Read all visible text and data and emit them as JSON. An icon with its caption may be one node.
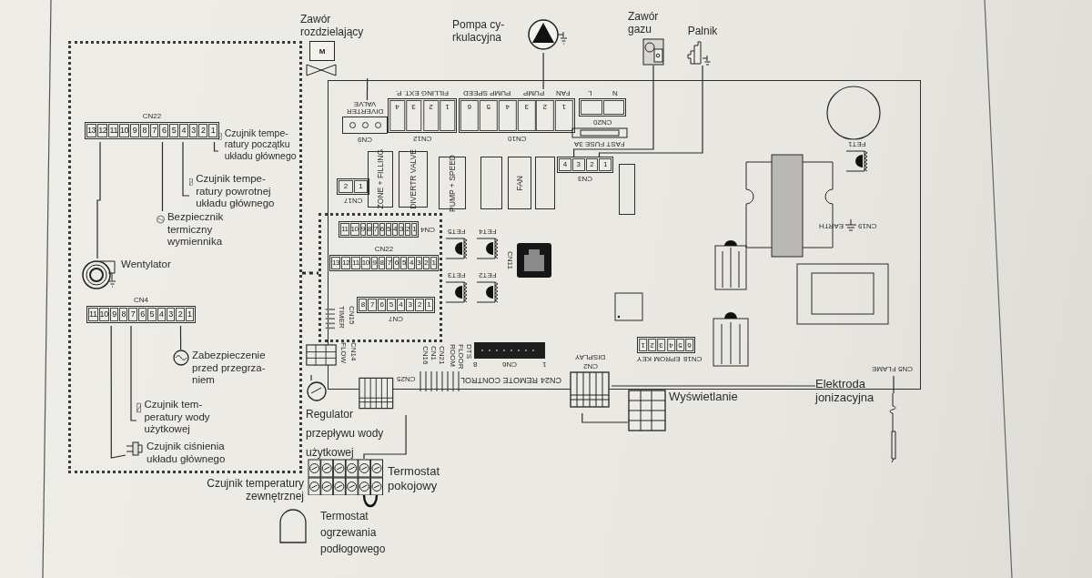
{
  "diagram": {
    "nodes": [
      {
        "text": [
          "Zawór rozdzielający",
          "M"
        ]
      },
      {
        "text": [
          "Pompa cy- rkulacyjna"
        ]
      },
      {
        "text": [
          "Zawór gazu"
        ]
      },
      {
        "text": [
          "Palnik"
        ]
      },
      {
        "text": [],
        "shape": "box"
      },
      {
        "text": [
          "DIVERTER VALVE",
          "CN9"
        ],
        "in": 4
      },
      {
        "text": [
          "FILLING EXT. P.",
          "4",
          "3",
          "2",
          "1",
          "CN12"
        ],
        "in": 4
      },
      {
        "text": [
          "PUMP SPEED",
          "PUMP",
          "FAN",
          "6",
          "5",
          "4",
          "3",
          "2",
          "1",
          "CN10"
        ],
        "in": 4
      },
      {
        "text": [
          "L",
          "N",
          "CN20"
        ],
        "in": 4
      },
      {
        "text": [
          "FAST FUSE 3A"
        ],
        "in": 4
      },
      {
        "text": [
          "4",
          "3",
          "2",
          "1",
          "CN3"
        ],
        "in": 4
      },
      {
        "text": [
          "2",
          "1",
          "CN17"
        ],
        "in": 4
      },
      {
        "text": [
          "ZONE + FILLING"
        ],
        "in": 4
      },
      {
        "text": [
          "DIVERTR VALVE"
        ],
        "in": 4
      },
      {
        "text": [
          "PUMP + SPEED"
        ],
        "in": 4
      },
      {
        "text": [],
        "shape": "box",
        "in": 4
      },
      {
        "text": [
          "FAN"
        ],
        "in": 4
      },
      {
        "text": [],
        "shape": "box",
        "in": 4
      },
      {
        "text": [],
        "shape": "box",
        "in": 4
      },
      {
        "text": [],
        "shape": "box"
      },
      {
        "text": [
          "11",
          "10",
          "9",
          "8",
          "7",
          "6",
          "5",
          "4",
          "3",
          "2",
          "1",
          "CN4"
        ],
        "in": 19
      },
      {
        "text": [
          "CN22",
          "13",
          "12",
          "11",
          "10",
          "9",
          "8",
          "7",
          "6",
          "5",
          "4",
          "3",
          "2",
          "1"
        ],
        "in": 19
      },
      {
        "text": [
          "8",
          "7",
          "6",
          "5",
          "4",
          "3",
          "2",
          "1",
          "CN7"
        ],
        "in": 19
      },
      {
        "text": [
          "TIMER",
          "CN15"
        ],
        "in": 19
      },
      {
        "text": [
          "FLOW",
          "CN14"
        ]
      },
      {
        "text": [
          "Regulator przepływu wody użytkowej"
        ]
      },
      {
        "text": [
          "CN25"
        ]
      },
      {
        "text": [],
        "shape": "box"
      },
      {
        "text": [
          "REMOTE CONTROL",
          "CN24"
        ],
        "in": 4
      },
      {
        "text": [
          "8",
          "CN6",
          "1"
        ],
        "in": 4
      },
      {
        "text": [
          "DISPLAY",
          "CN2"
        ]
      },
      {
        "text": [
          "Wyświetlanie"
        ]
      },
      {
        "text": [
          "1",
          "2",
          "3",
          "4",
          "5",
          "6",
          "EPROM KEY",
          "CN18"
        ],
        "in": 4
      },
      {
        "text": [
          "FLAME",
          "CN5"
        ],
        "in": 4
      },
      {
        "text": [
          "Elektroda jonizacyjna"
        ]
      },
      {
        "text": [],
        "shape": "picture"
      },
      {
        "text": [
          "EARTH",
          "CN19"
        ],
        "in": 4
      },
      {
        "text": [
          "FET1"
        ],
        "in": 4
      },
      {
        "text": [
          "FET5"
        ],
        "in": 4
      },
      {
        "text": [
          "FET4"
        ],
        "in": 4
      },
      {
        "text": [
          "FET3"
        ],
        "in": 4
      },
      {
        "text": [
          "FET2"
        ],
        "in": 4
      },
      {
        "text": [
          "CN11"
        ],
        "in": 4
      },
      {
        "text": [],
        "shape": "box"
      },
      {
        "text": [
          "CN22",
          "13",
          "12",
          "11",
          "10",
          "9",
          "8",
          "7",
          "6",
          "5",
          "4",
          "3",
          "2",
          "1"
        ],
        "in": 43
      },
      {
        "text": [
          "Czujnik tempe- ratury początku układu głównego"
        ],
        "in": 43
      },
      {
        "text": [
          "Czujnik tempe- ratury powrotnej układu głównego"
        ],
        "in": 43
      },
      {
        "text": [
          "Bezpiecznik termiczny wymiennika"
        ],
        "in": 43
      },
      {
        "text": [
          "Wentylator"
        ],
        "in": 43
      },
      {
        "text": [
          "CN4",
          "11",
          "10",
          "9",
          "8",
          "7",
          "6",
          "5",
          "4",
          "3",
          "2",
          "1"
        ],
        "in": 43
      },
      {
        "text": [
          "Zabezpieczenie przed przegrza- niem"
        ],
        "in": 43
      },
      {
        "text": [
          "Czujnik tem- peratury wody użytkowej"
        ],
        "in": 43
      },
      {
        "text": [
          "Czujnik ciśnienia układu głównego"
        ],
        "in": 43
      }
    ],
    "edges": [
      {
        "from": 0,
        "to": 5,
        "arrow": "none"
      },
      {
        "from": 1,
        "to": 7,
        "arrow": "none"
      },
      {
        "from": 2,
        "to": 10,
        "arrow": "none"
      },
      {
        "from": 3,
        "to": 10,
        "arrow": "none"
      },
      {
        "from": 43,
        "to": 19,
        "arrow": "none",
        "style": "dashed"
      },
      {
        "from": 44,
        "to": 45,
        "arrow": "none"
      },
      {
        "from": 44,
        "to": 46,
        "arrow": "none"
      },
      {
        "from": 44,
        "to": 47,
        "arrow": "none"
      },
      {
        "from": 44,
        "to": 48,
        "arrow": "none"
      },
      {
        "from": 49,
        "to": 50,
        "arrow": "none"
      },
      {
        "from": 49,
        "to": 51,
        "arrow": "none"
      },
      {
        "from": 49,
        "to": 52,
        "arrow": "none"
      },
      {
        "from": 24,
        "to": 25,
        "arrow": "none"
      },
      {
        "from": 26,
        "to": 27,
        "arrow": "none"
      },
      {
        "from": 30,
        "to": 31,
        "arrow": "none"
      },
      {
        "from": 30,
        "to": 34,
        "arrow": "none"
      },
      {
        "from": 33,
        "to": 35,
        "arrow": "none"
      }
    ],
    "labels": [
      "CN16",
      "CN1",
      "CN21",
      "ROOM",
      "FLOOR",
      "DTS",
      "Czujnik temperatury zewnętrznej",
      "Termostat pokojowy",
      "Termostat ogrzewania podłogowego"
    ]
  }
}
